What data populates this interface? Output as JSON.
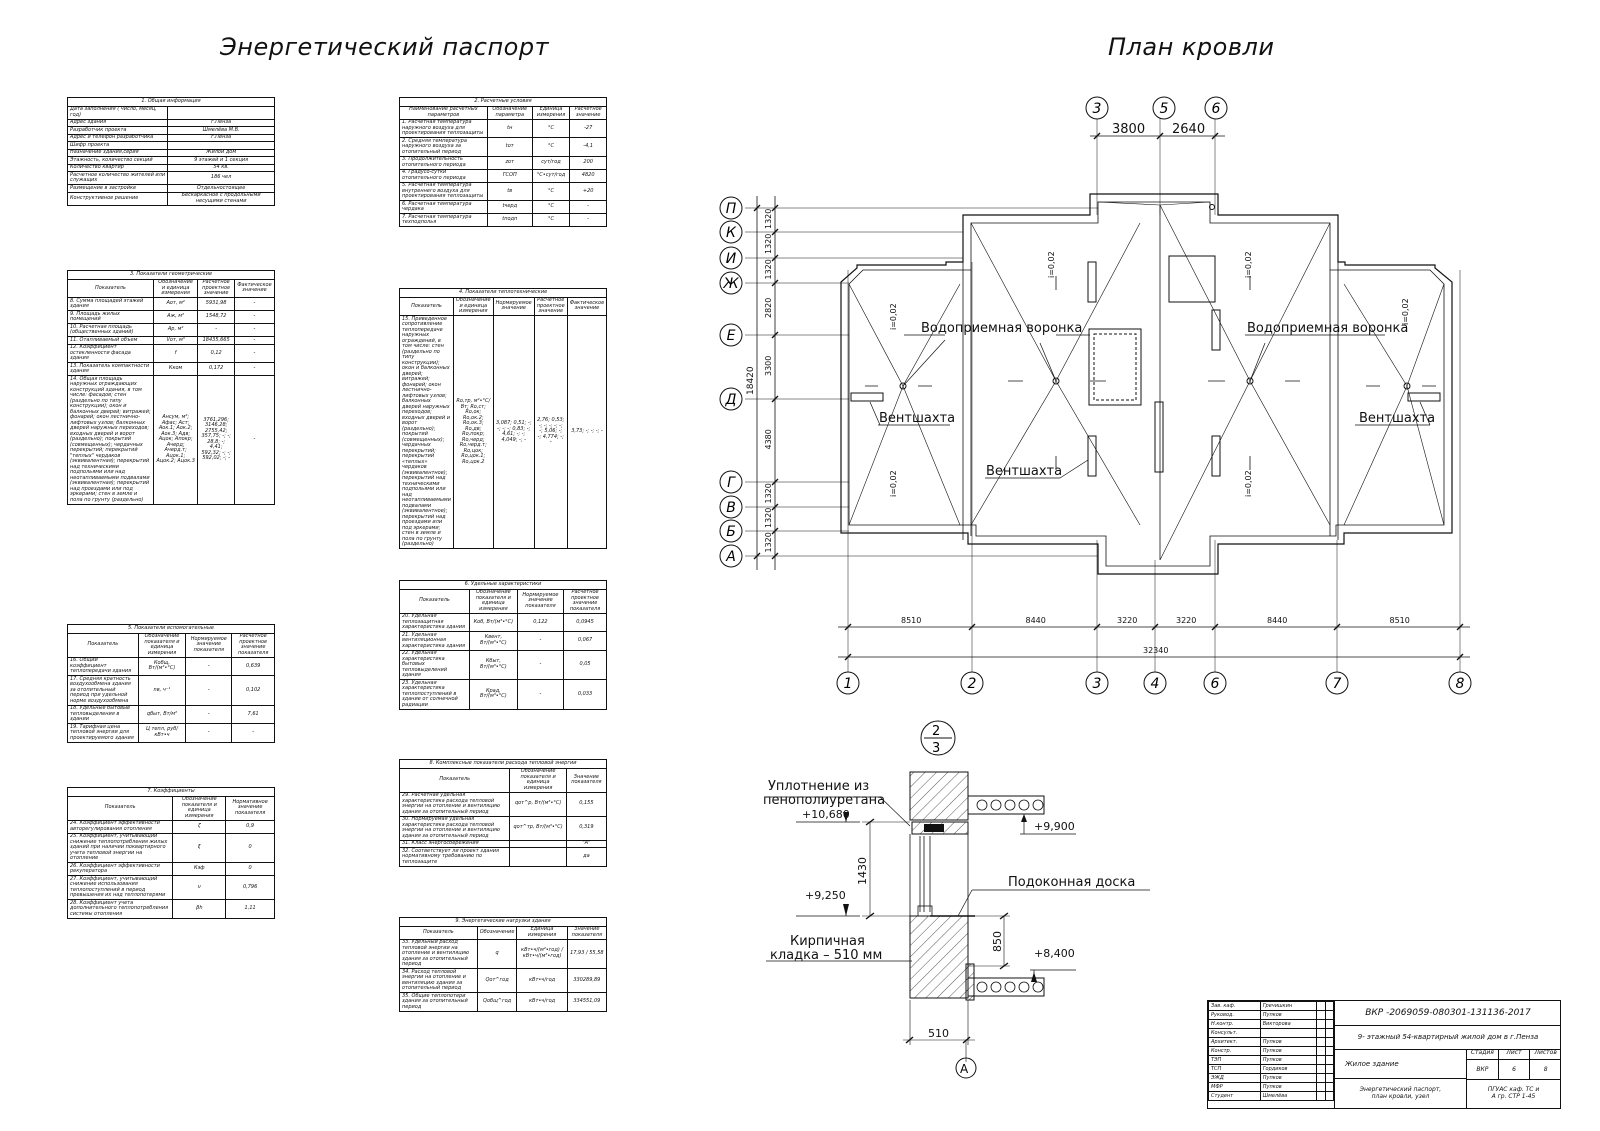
{
  "titles": {
    "left": "Энергетический паспорт",
    "right": "План кровли"
  },
  "t1": {
    "caption": "1. Общая информация",
    "rows": [
      [
        "Дата заполнения ( число, месяц, год)",
        ""
      ],
      [
        "Адрес здания",
        "г.Пенза"
      ],
      [
        "Разработчик проекта",
        "Шмелёва М.В."
      ],
      [
        "Адрес и телефон разработчика",
        "г.Пенза"
      ],
      [
        "Шифр проекта",
        ""
      ],
      [
        "Назначение здания,серия",
        "Жилой дом"
      ],
      [
        "Этажность, количество секций",
        "9 этажей и 1 секция"
      ],
      [
        "Количество квартир",
        "54 кв."
      ],
      [
        "Расчетное количество жителей или служащих",
        "186 чел"
      ],
      [
        "Размещение в застройке",
        "Отдельностоящее"
      ],
      [
        "Конструктивное решение",
        "Бескаркасное с продольными несущими стенами"
      ]
    ]
  },
  "t2": {
    "caption": "2. Расчетные условия",
    "headers": [
      "Наименование расчетных параметров",
      "Обозначение параметра",
      "Единица измерения",
      "Расчетное значение"
    ],
    "rows": [
      [
        "1. Расчетная температура наружного воздуха для проектирования теплозащиты",
        "tн",
        "°С",
        "-27"
      ],
      [
        "2. Средняя температура наружного воздуха за отопительный период",
        "tот",
        "°С",
        "-4,1"
      ],
      [
        "3. Продолжительность отопительного периода",
        "zот",
        "сут/год",
        "200"
      ],
      [
        "4. Градусо-сутки отопительного периода",
        "ГСОП",
        "°С•сут/год",
        "4820"
      ],
      [
        "5. Расчетная температура внутреннего воздуха для проектирования теплозащиты",
        "tв",
        "°С",
        "+20"
      ],
      [
        "6. Расчетная температура чердака",
        "tчерд",
        "°С",
        "-"
      ],
      [
        "7. Расчетная температура техподполья",
        "tподп",
        "°С",
        "-"
      ]
    ]
  },
  "t3": {
    "caption": "3. Показатели геометрические",
    "headers": [
      "Показатель",
      "Обозначение и единица измерения",
      "Расчетное проектное значение",
      "Фактическое значение"
    ],
    "rows": [
      [
        "8. Сумма площадей этажей здания",
        "Аот, м²",
        "5931,98",
        "-"
      ],
      [
        "9. Площадь жилых помещений",
        "Аж, м²",
        "1548,72",
        "-"
      ],
      [
        "10. Расчетная площадь (общественных зданий)",
        "Ар, м²",
        "-",
        "-"
      ],
      [
        "11. Отапливаемый объем",
        "Vот, м³",
        "18435,665",
        "-"
      ],
      [
        "12. Коэффициент остекленности фасада здания",
        "f",
        "0,12",
        "-"
      ],
      [
        "13. Показатель компактности здания",
        "Кком",
        "0,172",
        "-"
      ],
      [
        "14. Общая площадь наружных ограждающих конструкций здания, в том числе: фасадов; стен (раздельно по типу конструкции); окон и балконных дверей; витражей; фонарей; окон лестнично-лифтовых узлов; балконных дверей наружных переходов; входных дверей и ворот (раздельно); покрытий (совмещенных); чердачных перекрытий; перекрытий \"теплых\" чердаков (эквивалентная); перекрытий над техническими подпольями или над неотапливаемыми подвалами (эквивалентная); перекрытий над проездами или под эркерами; стен в земле и пола по грунту (раздельно)",
        "Ансум, м²; Афас; Аст; Аок.1; Аок.2; Аок.3; Адв; Ацок; Апокр; Ачерд; Ачерд.т; Ацок.1; Ацок.2; Ацок.3",
        "3761,296; 3146,28; 2755,42; 357,75; -; -; 28,8; -; 4,41; 592,32; -; -; 592,02; -; -",
        "-"
      ]
    ]
  },
  "t4": {
    "caption": "4. Показатели теплотехнические",
    "headers": [
      "Показатель",
      "Обозначение и единица измерения",
      "Нормируемое значение",
      "Расчетное проектное значение",
      "Фактическое значение"
    ],
    "rows": [
      [
        "15. Приведенное сопротивление теплопередаче наружных ограждений, в том числе: стен (раздельно по типу конструкции); окон и балконных дверей; витражей; фонарей; окон лестнично-лифтовых узлов; балконных дверей наружных переходов; входных дверей и ворот (раздельно); покрытий (совмещенных); чердачных перекрытий; перекрытий «теплых» чердаков (эквивалентное); перекрытий над техническими подпольями или над неотапливаемыми подвалами (эквивалентное); перекрытий над проездами или под эркерами; стен в земле и пола по грунту (раздельно)",
        "Rо,тр, м²•°С/Вт; Rо,ст; Rо,ок; Rо,ок.2; Rо,ок.3; Rо,дв; Rо,покр; Rо,черд; Rо,черд.т; Rо,цок; Rо,цок.1; Rо,цок.2",
        "3,087; 0,51; -; -; -; -; 0,83; -; 4,61; -; -; 4,049; -; -",
        "2,76; 0,53; -; -; -; -; -; -; 5,06; -; -; 4,774; -; -",
        "3,73; -; -; -; -"
      ]
    ]
  },
  "t5": {
    "caption": "5. Показатели вспомогательные",
    "headers": [
      "Показатель",
      "Обозначение показателя и единица измерения",
      "Нормируемое значение показателя",
      "Расчетное проектное значение показателя"
    ],
    "rows": [
      [
        "16. Общий коэффициент теплопередачи здания",
        "Кобщ, Вт/(м²•°С)",
        "-",
        "0,639"
      ],
      [
        "17. Средняя кратность воздухообмена здания за отопительный период при удельной норме воздухообмена",
        "nв, ч⁻¹",
        "-",
        "0,102"
      ],
      [
        "18. Удельные бытовые тепловыделения в здании",
        "qбыт, Вт/м²",
        "-",
        "7,61"
      ],
      [
        "19. Тарифная цена тепловой энергии для проектируемого здания",
        "Ц тепл, руб/кВт•ч",
        "-",
        "-"
      ]
    ]
  },
  "t6": {
    "caption": "6. Удельные характеристики",
    "headers": [
      "Показатель",
      "Обозначение показателя и единица измерения",
      "Нормируемое значение показателя",
      "Расчетное проектное значение показателя"
    ],
    "rows": [
      [
        "20. Удельная теплозащитная характеристика здания",
        "Коб, Вт/(м³•°С)",
        "0,122",
        "0,0945"
      ],
      [
        "21. Удельная вентиляционная характеристика здания",
        "Квент, Вт/(м³•°С)",
        "-",
        "0,067"
      ],
      [
        "22. Удельная характеристика бытовых тепловыделений здания",
        "Кбыт, Вт/(м³•°С)",
        "-",
        "0,05"
      ],
      [
        "23. Удельная характеристика теплопоступлений в здание от солнечной радиации",
        "Крад, Вт/(м³•°С)",
        "-",
        "0,033"
      ]
    ]
  },
  "t7": {
    "caption": "7. Коэффициенты",
    "headers": [
      "Показатель",
      "Обозначение показателя и единица измерения",
      "Нормативное значение показателя"
    ],
    "rows": [
      [
        "24. Коэффициент эффективности авторегулирования отопления",
        "ζ",
        "0,9"
      ],
      [
        "25. Коэффициент, учитывающий снижение теплопотребления жилых зданий при наличии поквартирного учета тепловой энергии на отопление",
        "ξ",
        "0"
      ],
      [
        "26. Коэффициент эффективности рекуператора",
        "Кэф",
        "0"
      ],
      [
        "27. Коэффициент, учитывающий снижение использования теплопоступлений в период превышения их над теплопотерями",
        "ν",
        "0,796"
      ],
      [
        "28. Коэффициент учета дополнительного теплопотребления системы отопления",
        "βh",
        "1,11"
      ]
    ]
  },
  "t8": {
    "caption": "8. Комплексные показатели расхода тепловой энергии",
    "headers": [
      "Показатель",
      "Обозначение показателя и единица измерения",
      "Значение показателя"
    ],
    "rows": [
      [
        "29. Расчетная удельная характеристика расхода тепловой энергии на отопление и вентиляцию здания за отопительный период",
        "qот^р, Вт/(м³•°С)",
        "0,155"
      ],
      [
        "30. Нормируемая удельная характеристика расхода тепловой энергии на отопление и вентиляцию здания за отопительный период",
        "qот^тр, Вт/(м³•°С)",
        "0,319"
      ],
      [
        "31. Класс энергосбережения",
        "",
        "\"А\""
      ],
      [
        "32. Соответствует ли проект здания нормативному требованию по теплозащите",
        "",
        "да"
      ]
    ]
  },
  "t9": {
    "caption": "9. Энергетические нагрузки здания",
    "headers": [
      "Показатель",
      "Обозначение",
      "Единица измерения",
      "Значение показателя"
    ],
    "rows": [
      [
        "33. Удельный расход тепловой энергии на отопление и вентиляцию здания за отопительный период",
        "q",
        "кВт•ч/(м²•год) / кВт•ч/(м³•год)",
        "17,93 / 55,58"
      ],
      [
        "34. Расход тепловой энергии на отопление и вентиляцию здания за отопительный период",
        "Qот^год",
        "кВт•ч/год",
        "330289,89"
      ],
      [
        "35. Общие теплопотери здания за отопительный период",
        "Qобщ^год",
        "кВт•ч/год",
        "334551,09"
      ]
    ]
  },
  "plan": {
    "axes_top": [
      "3",
      "5",
      "6"
    ],
    "dims_top": [
      "3800",
      "2640"
    ],
    "axes_left": [
      "П",
      "К",
      "И",
      "Ж",
      "Е",
      "Д",
      "Г",
      "В",
      "Б",
      "А"
    ],
    "dims_left": [
      "1320",
      "1320",
      "1320",
      "2820",
      "3300",
      "4380",
      "1320",
      "1320",
      "1320"
    ],
    "dim_left_total": "18420",
    "axes_bottom": [
      "1",
      "2",
      "3",
      "4",
      "6",
      "7",
      "8"
    ],
    "dims_bottom": [
      "8510",
      "8440",
      "3220",
      "3220",
      "8440",
      "8510"
    ],
    "dim_bottom_total": "32340",
    "slopes": [
      "i=0,02",
      "i=0,02",
      "i=0,02",
      "i=0,02",
      "i=0,02",
      "i=0,02"
    ],
    "labels": {
      "funnel_left": "Водоприемная воронка",
      "funnel_right": "Водоприемная воронка",
      "shaft_left": "Вентшахта",
      "shaft_mid": "Вентшахта",
      "shaft_right": "Вентшахта"
    }
  },
  "node": {
    "mark_top": "2",
    "mark_bottom": "3",
    "seal": "Уплотнение из пенополиуретана",
    "seal_line1": "Уплотнение  из",
    "seal_line2": "пенополиуретана",
    "sill": "Подоконная доска",
    "masonry_line1": "Кирпичная",
    "masonry_line2": "кладка – 510  мм",
    "lvl1": "+10,680",
    "lvl2": "+9,900",
    "lvl3": "+9,250",
    "lvl4": "+8,400",
    "dim_h1": "1430",
    "dim_h2": "850",
    "dim_w": "510",
    "axis": "А"
  },
  "stamp": {
    "code": "ВКР -2069059-080301-131136-2017",
    "project": "9- этажный 54-квартирный жилой дом в г.Пенза",
    "building": "Жилое здание",
    "sheet_title": "Энергетический паспорт, план кровли, узел",
    "org": "ПГУАС каф. ТС и А гр. СТР 1-45",
    "stage_label": "Стадия",
    "sheet_label": "Лист",
    "sheets_label": "Листов",
    "stage": "ВКР",
    "sheet": "6",
    "sheets": "8",
    "people": [
      [
        "Зав. каф.",
        "Гречишкин"
      ],
      [
        "Руковод.",
        "Пупков"
      ],
      [
        "Н.контр.",
        "Викторова"
      ],
      [
        "Консульт.",
        ""
      ],
      [
        "Архитект.",
        "Пупков"
      ],
      [
        "Констр.",
        "Пупков"
      ],
      [
        "ТЭП",
        "Пупков"
      ],
      [
        "ТСП",
        "Гордиков"
      ],
      [
        "ЭЖД",
        "Пупков"
      ],
      [
        "МФР",
        "Пупков"
      ],
      [
        "Студент",
        "Шмелёва"
      ]
    ]
  }
}
